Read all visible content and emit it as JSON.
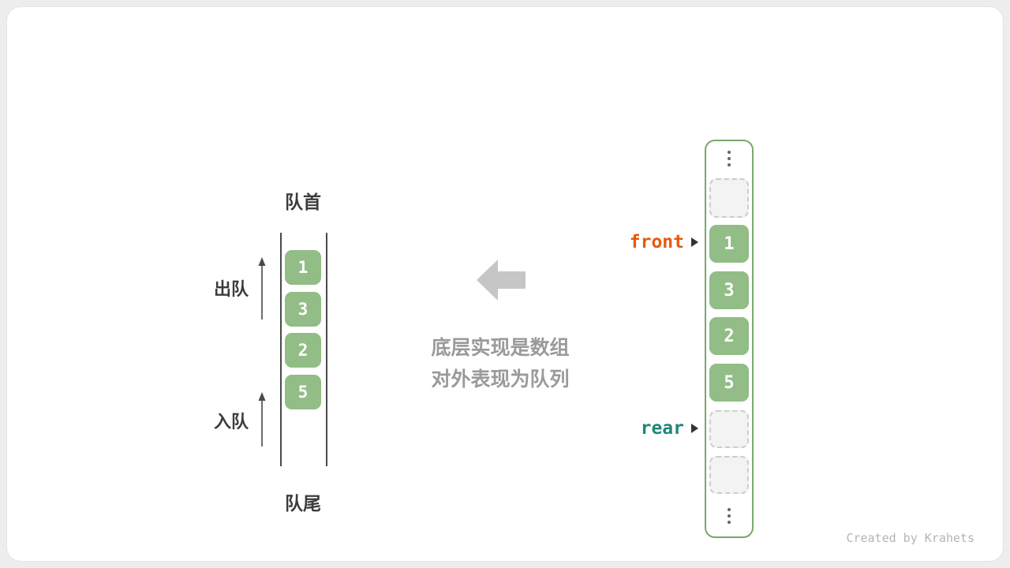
{
  "colors": {
    "bg": "#ededed",
    "card": "#ffffff",
    "green": "#92bd86",
    "green-border": "#79a86a",
    "empty-bg": "#f3f3f3",
    "empty-border": "#cccccc",
    "orange": "#e8590c",
    "teal": "#20857a",
    "arrow-gray": "#c6c6c6",
    "text-gray": "#9a9a9a",
    "text-dark": "#3c3c3c",
    "line": "#4a4a4a",
    "credit": "#b5b5b5"
  },
  "queue": {
    "front_label": "队首",
    "tail_label": "队尾",
    "dequeue_label": "出队",
    "enqueue_label": "入队",
    "values": [
      "1",
      "3",
      "2",
      "5"
    ]
  },
  "caption": {
    "line1": "底层实现是数组",
    "line2": "对外表现为队列"
  },
  "array": {
    "values": [
      "1",
      "3",
      "2",
      "5"
    ],
    "front_pointer": "front",
    "rear_pointer": "rear"
  },
  "credit": "Created by Krahets"
}
